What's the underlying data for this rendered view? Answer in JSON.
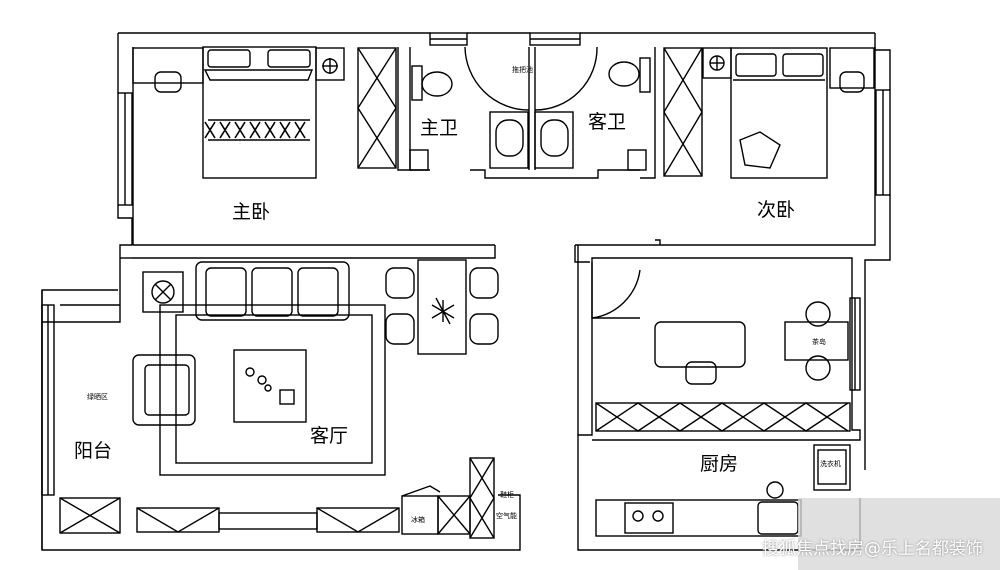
{
  "rooms": {
    "master_bedroom": "主卧",
    "master_bath": "主卫",
    "guest_bath": "客卫",
    "second_bedroom": "次卧",
    "living_room": "客厅",
    "balcony": "阳台",
    "kitchen": "厨房"
  },
  "annotations": {
    "drying_area": "绿晒区",
    "fridge": "冰箱",
    "shoe_cabinet": "鞋柜",
    "ac_unit": "空气能",
    "dining": "茶岛",
    "washer": "洗衣机",
    "mop_pool": "拖把池"
  },
  "watermark": "搜狐焦点找房@乐上名都装饰"
}
